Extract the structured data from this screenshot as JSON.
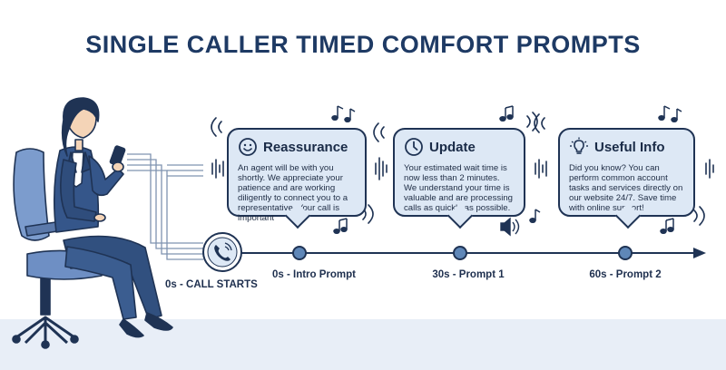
{
  "title": "SINGLE CALLER TIMED COMFORT PROMPTS",
  "start": {
    "label": "0s - CALL STARTS",
    "icon": "phone-icon"
  },
  "steps": [
    {
      "time_label": "0s - Intro Prompt",
      "title": "Reassurance",
      "icon": "smiley-icon",
      "body": "An agent will be with you shortly. We appreciate your patience and are working diligently to connect you to a representative. Your call is important"
    },
    {
      "time_label": "30s - Prompt 1",
      "title": "Update",
      "icon": "clock-icon",
      "body": "Your estimated wait time is now less than 2 minutes. We understand your time is valuable and are processing calls as quickly as possible."
    },
    {
      "time_label": "60s - Prompt 2",
      "title": "Useful Info",
      "icon": "lightbulb-icon",
      "body": "Did you know? You can perform common account tasks and services directly on our website 24/7. Save time with online support!"
    }
  ],
  "colors": {
    "accent": "#1e3a64",
    "card_fill": "#dde8f5",
    "card_border": "#1f3354",
    "timeline_node": "#5f87b8",
    "floor": "#e8eef7"
  }
}
